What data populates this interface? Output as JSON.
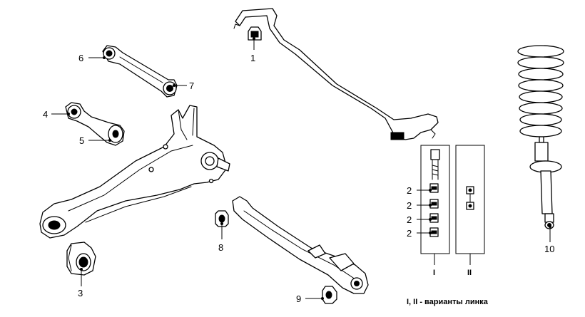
{
  "callouts": {
    "c1": "1",
    "c2a": "2",
    "c2b": "2",
    "c2c": "2",
    "c2d": "2",
    "c3": "3",
    "c4": "4",
    "c5": "5",
    "c6": "6",
    "c7": "7",
    "c8": "8",
    "c9": "9",
    "c10": "10"
  },
  "variants": {
    "first": "I",
    "second": "II"
  },
  "caption": "I, II - варианты линка"
}
